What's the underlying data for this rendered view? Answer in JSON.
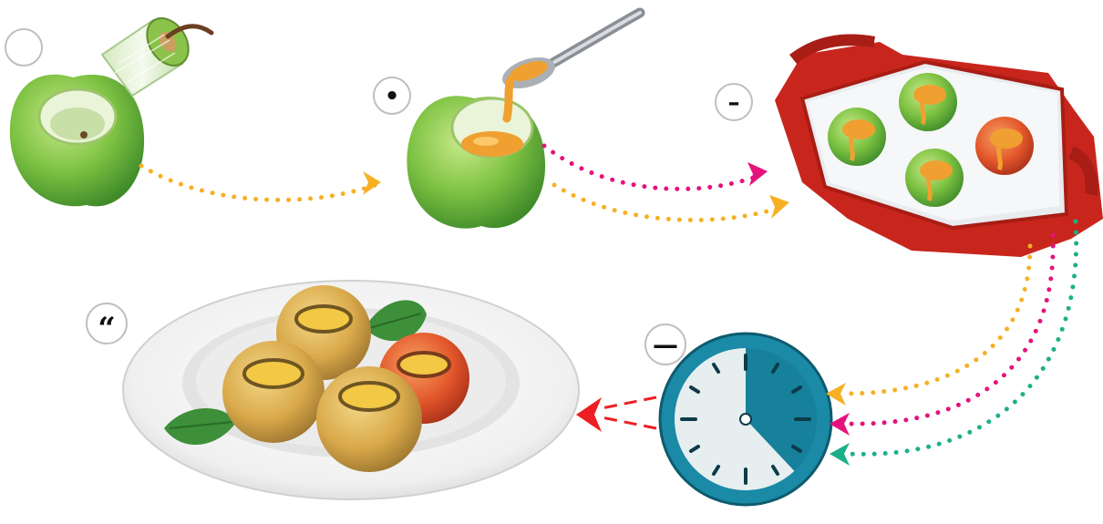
{
  "steps": [
    {
      "id": "core-apple",
      "marker": ""
    },
    {
      "id": "fill-apple",
      "marker": "•"
    },
    {
      "id": "bake-dish",
      "marker": "–"
    },
    {
      "id": "wait-timer",
      "marker": "—"
    },
    {
      "id": "serve-plate",
      "marker": "“"
    }
  ],
  "colors": {
    "apple_green": "#7dc242",
    "apple_red": "#e2562a",
    "caramel": "#f0a030",
    "dish_red": "#c8261c",
    "timer_teal": "#1a8aa6",
    "arrow_orange": "#f6b024",
    "arrow_magenta": "#e5127c",
    "arrow_teal": "#1bb08a",
    "arrow_red": "#ec2024"
  },
  "timer": {
    "elapsed_fraction": 0.62
  }
}
